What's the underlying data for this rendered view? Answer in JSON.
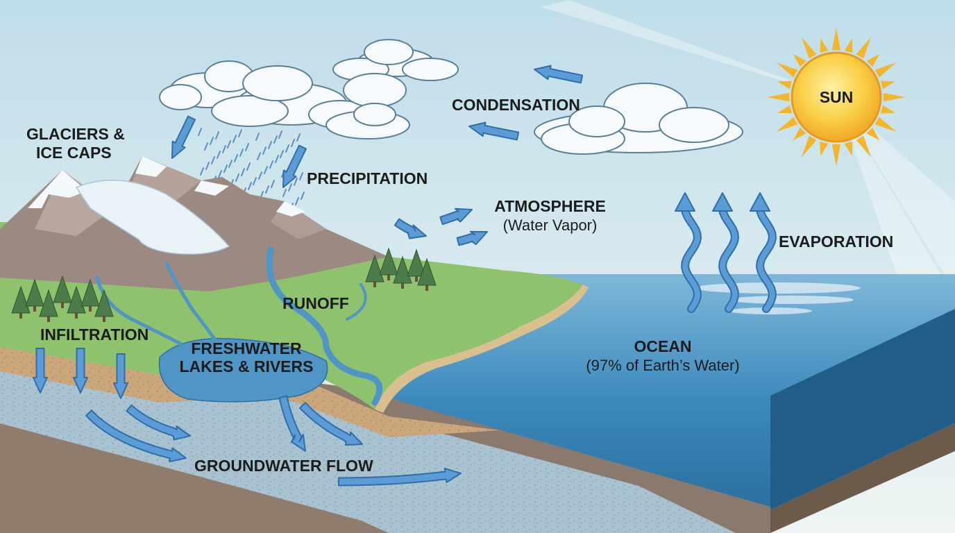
{
  "labels": {
    "sun": "SUN",
    "condensation": "CONDENSATION",
    "glaciers_line1": "GLACIERS &",
    "glaciers_line2": "ICE CAPS",
    "precipitation": "PRECIPITATION",
    "atmosphere": "ATMOSPHERE",
    "atmosphere_sub": "(Water Vapor)",
    "evaporation": "EVAPORATION",
    "runoff": "RUNOFF",
    "infiltration": "INFILTRATION",
    "freshwater_line1": "FRESHWATER",
    "freshwater_line2": "LAKES & RIVERS",
    "ocean": "OCEAN",
    "ocean_sub": "(97% of Earth’s Water)",
    "groundwater": "GROUNDWATER FLOW"
  },
  "colors": {
    "sky_top": "#bfdde9",
    "sky_bottom": "#eef5f3",
    "sun_core": "#f7c63a",
    "sun_rays": "#f3b62a",
    "arrow_fill": "#5b9bd6",
    "arrow_stroke": "#2f6ea8",
    "ocean_top": "#5a9dc8",
    "ocean_front": "#2f7fb2",
    "grass": "#8ec26a",
    "mountain": "#9c8a82",
    "snow": "#f3f8fb",
    "soil": "#c9a77d",
    "aquifer": "#a9c2d0",
    "bedrock": "#8a7a6e"
  }
}
